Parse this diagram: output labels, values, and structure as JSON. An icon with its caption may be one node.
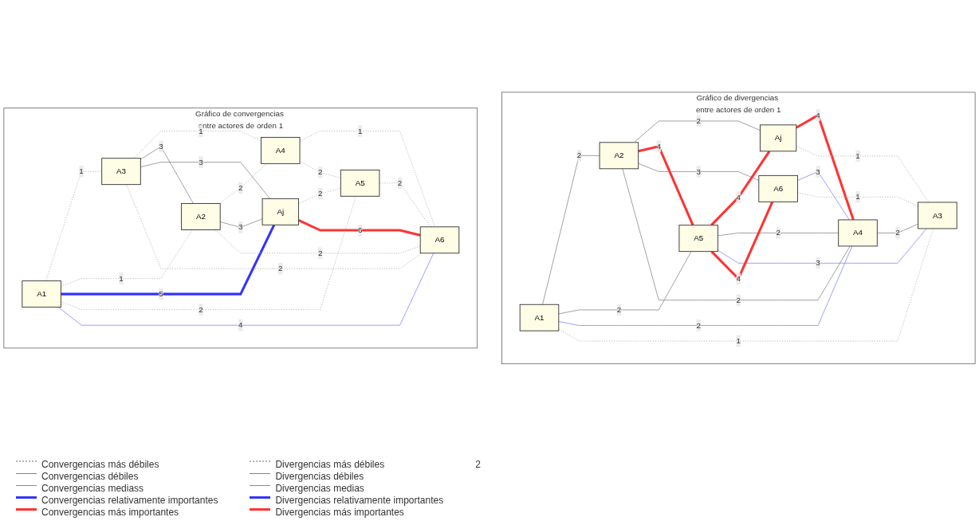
{
  "diagram": {
    "nodes": [
      {
        "text": [
          "Gráfico de convergencias entre actores de orden 1"
        ]
      },
      {
        "text": [
          "A4"
        ],
        "in": 0
      },
      {
        "text": [
          "A3"
        ],
        "in": 0
      },
      {
        "text": [
          "A2"
        ],
        "in": 0
      },
      {
        "text": [
          "A1"
        ],
        "in": 0
      },
      {
        "text": [
          "Aj"
        ],
        "in": 0
      },
      {
        "text": [
          "A5"
        ],
        "in": 0
      },
      {
        "text": [
          "A6"
        ],
        "in": 0
      },
      {
        "text": [
          "Gráfico de divergencias entre actores de orden 1"
        ]
      },
      {
        "text": [
          "A1"
        ],
        "in": 8
      },
      {
        "text": [
          "A2"
        ],
        "in": 8
      },
      {
        "text": [
          "Aj"
        ],
        "in": 8
      },
      {
        "text": [
          "A5"
        ],
        "in": 8
      },
      {
        "text": [
          "A4"
        ],
        "in": 8
      },
      {
        "text": [
          "A6"
        ],
        "in": 8
      },
      {
        "text": [
          "A3"
        ],
        "in": 8
      }
    ],
    "edges": [
      {
        "from": 2,
        "to": 1,
        "arrow": "none",
        "label": "1",
        "style": "dashed",
        "color": "#b4b4b4"
      },
      {
        "from": 2,
        "to": 3,
        "arrow": "none",
        "label": "3"
      },
      {
        "from": 4,
        "to": 2,
        "arrow": "none",
        "label": "1",
        "style": "dashed",
        "color": "#b4b4b4"
      },
      {
        "from": 3,
        "to": 1,
        "arrow": "none",
        "label": "2",
        "style": "dashed",
        "color": "#b4b4b4"
      },
      {
        "from": 4,
        "to": 3,
        "arrow": "none",
        "label": "1",
        "style": "dashed",
        "color": "#b4b4b4"
      },
      {
        "from": 2,
        "to": 5,
        "arrow": "none",
        "label": "3"
      },
      {
        "from": 2,
        "to": 7,
        "arrow": "none",
        "label": "2",
        "style": "dashed",
        "color": "#b4b4b4"
      },
      {
        "from": 3,
        "to": 5,
        "arrow": "none",
        "label": "3"
      },
      {
        "from": 1,
        "to": 7,
        "arrow": "none",
        "label": "1",
        "style": "dashed",
        "color": "#b4b4b4"
      },
      {
        "from": 1,
        "to": 6,
        "arrow": "none",
        "label": "2",
        "style": "dashed",
        "color": "#b4b4b4"
      },
      {
        "from": 4,
        "to": 5,
        "arrow": "none",
        "label": "5",
        "style": "thick",
        "color": "#3333ff"
      },
      {
        "from": 4,
        "to": 6,
        "arrow": "none",
        "label": "2",
        "style": "dashed",
        "color": "#b4b4b4"
      },
      {
        "from": 5,
        "to": 6,
        "arrow": "none",
        "label": "2",
        "style": "dashed",
        "color": "#b4b4b4"
      },
      {
        "from": 3,
        "to": 7,
        "arrow": "none",
        "label": "2",
        "style": "dashed",
        "color": "#b4b4b4"
      },
      {
        "from": 4,
        "to": 7,
        "arrow": "none",
        "label": "4",
        "color": "#7b7bff"
      },
      {
        "from": 5,
        "to": 7,
        "arrow": "none",
        "label": "6",
        "style": "thick",
        "color": "#ff3333"
      },
      {
        "from": 6,
        "to": 7,
        "arrow": "none",
        "label": "2",
        "style": "dashed",
        "color": "#b4b4b4"
      },
      {
        "from": 9,
        "to": 10,
        "arrow": "none",
        "label": "2"
      },
      {
        "from": 10,
        "to": 11,
        "arrow": "none",
        "label": "2"
      },
      {
        "from": 9,
        "to": 12,
        "arrow": "none",
        "label": "2"
      },
      {
        "from": 9,
        "to": 13,
        "arrow": "none",
        "label": "2",
        "color": "#7b7bff"
      },
      {
        "from": 9,
        "to": 15,
        "arrow": "none",
        "label": "1",
        "style": "dashed",
        "color": "#b4b4b4"
      },
      {
        "from": 10,
        "to": 12,
        "arrow": "none",
        "label": "4",
        "style": "thick",
        "color": "#ff3333"
      },
      {
        "from": 10,
        "to": 14,
        "arrow": "none",
        "label": "3"
      },
      {
        "from": 10,
        "to": 13,
        "arrow": "none",
        "label": "2"
      },
      {
        "from": 12,
        "to": 11,
        "arrow": "none",
        "label": "4",
        "style": "thick",
        "color": "#ff3333"
      },
      {
        "from": 11,
        "to": 13,
        "arrow": "none",
        "label": "4",
        "style": "thick",
        "color": "#ff3333"
      },
      {
        "from": 11,
        "to": 15,
        "arrow": "none",
        "label": "1",
        "style": "dashed",
        "color": "#b4b4b4"
      },
      {
        "from": 12,
        "to": 13,
        "arrow": "none",
        "label": "2"
      },
      {
        "from": 12,
        "to": 15,
        "arrow": "none",
        "label": "3",
        "color": "#7b7bff"
      },
      {
        "from": 12,
        "to": 14,
        "arrow": "none",
        "label": "4",
        "style": "thick",
        "color": "#ff3333"
      },
      {
        "from": 14,
        "to": 13,
        "arrow": "none",
        "label": "3",
        "color": "#7b7bff"
      },
      {
        "from": 14,
        "to": 15,
        "arrow": "none",
        "label": "1",
        "style": "dashed",
        "color": "#b4b4b4"
      },
      {
        "from": 13,
        "to": 15,
        "arrow": "none",
        "label": "2"
      }
    ],
    "labels": [
      "2"
    ],
    "legend": [
      {
        "text": "Convergencias más débiles"
      },
      {
        "text": "Convergencias débiles"
      },
      {
        "text": "Convergencias mediass"
      },
      {
        "text": "Convergencias relativamente importantes"
      },
      {
        "text": "Convergencias más importantes"
      },
      {
        "text": "Divergencias más débiles"
      },
      {
        "text": "Divergencias débiles"
      },
      {
        "text": "Divergencias medias"
      },
      {
        "text": "Divergencias relativamente importantes"
      },
      {
        "text": "Divergencias más importantes"
      }
    ]
  }
}
